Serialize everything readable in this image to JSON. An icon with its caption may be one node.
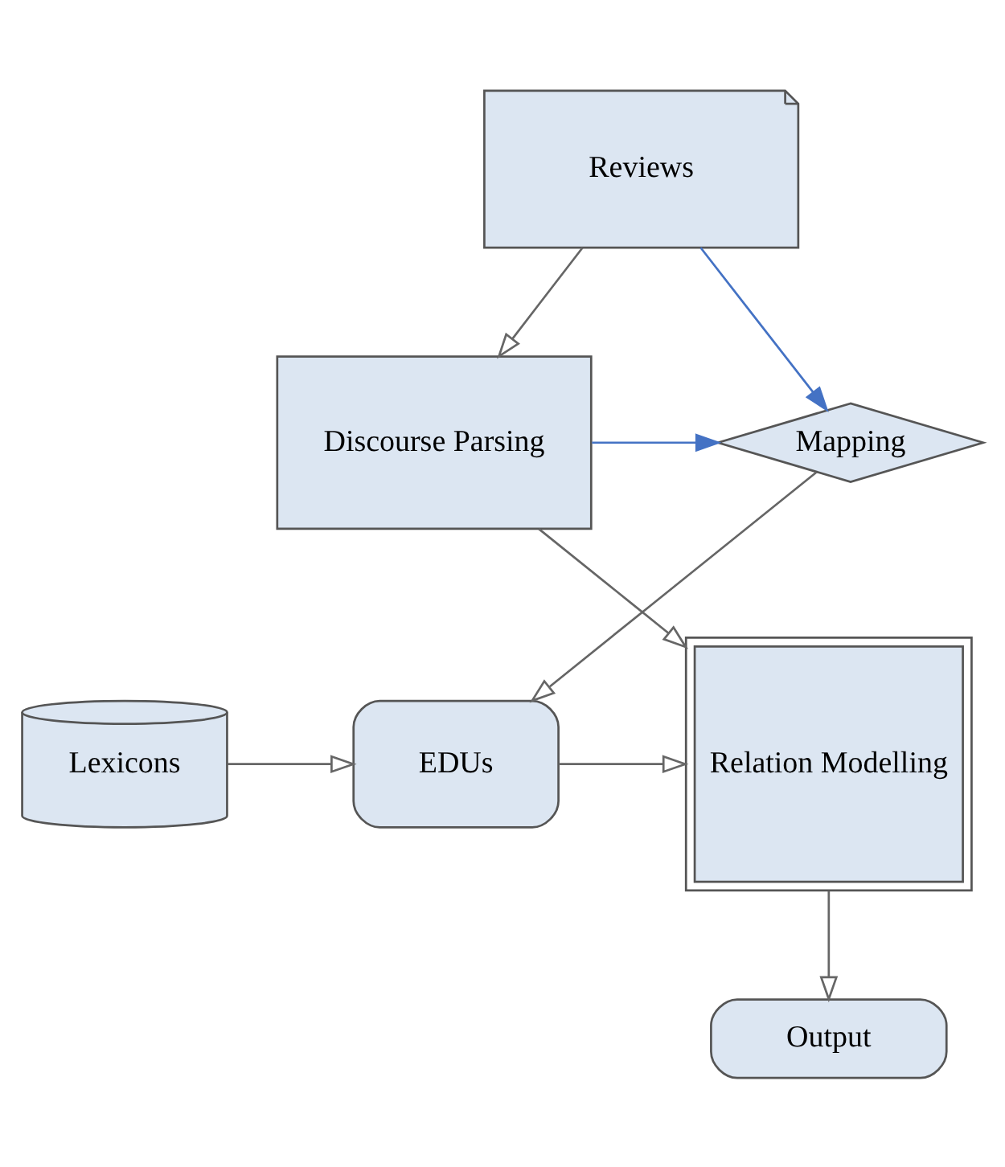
{
  "diagram": {
    "nodes": [
      {
        "text": [
          "Reviews"
        ]
      },
      {
        "text": [
          "Discourse Parsing"
        ]
      },
      {
        "text": [
          "Mapping"
        ]
      },
      {
        "text": [
          "Relation Modelling"
        ]
      },
      {
        "text": [
          "EDUs"
        ]
      },
      {
        "text": [
          "Lexicons"
        ]
      },
      {
        "text": [
          "Output"
        ]
      }
    ],
    "edges": [
      {
        "from": 0,
        "to": 1,
        "arrow": "to"
      },
      {
        "from": 0,
        "to": 2,
        "arrow": "to",
        "color": "#4472c4"
      },
      {
        "from": 1,
        "to": 2,
        "arrow": "to",
        "color": "#4472c4"
      },
      {
        "from": 1,
        "to": 3,
        "arrow": "to"
      },
      {
        "from": 2,
        "to": 4,
        "arrow": "to"
      },
      {
        "from": 4,
        "to": 3,
        "arrow": "to"
      },
      {
        "from": 5,
        "to": 4,
        "arrow": "to"
      },
      {
        "from": 3,
        "to": 6,
        "arrow": "to"
      }
    ]
  }
}
